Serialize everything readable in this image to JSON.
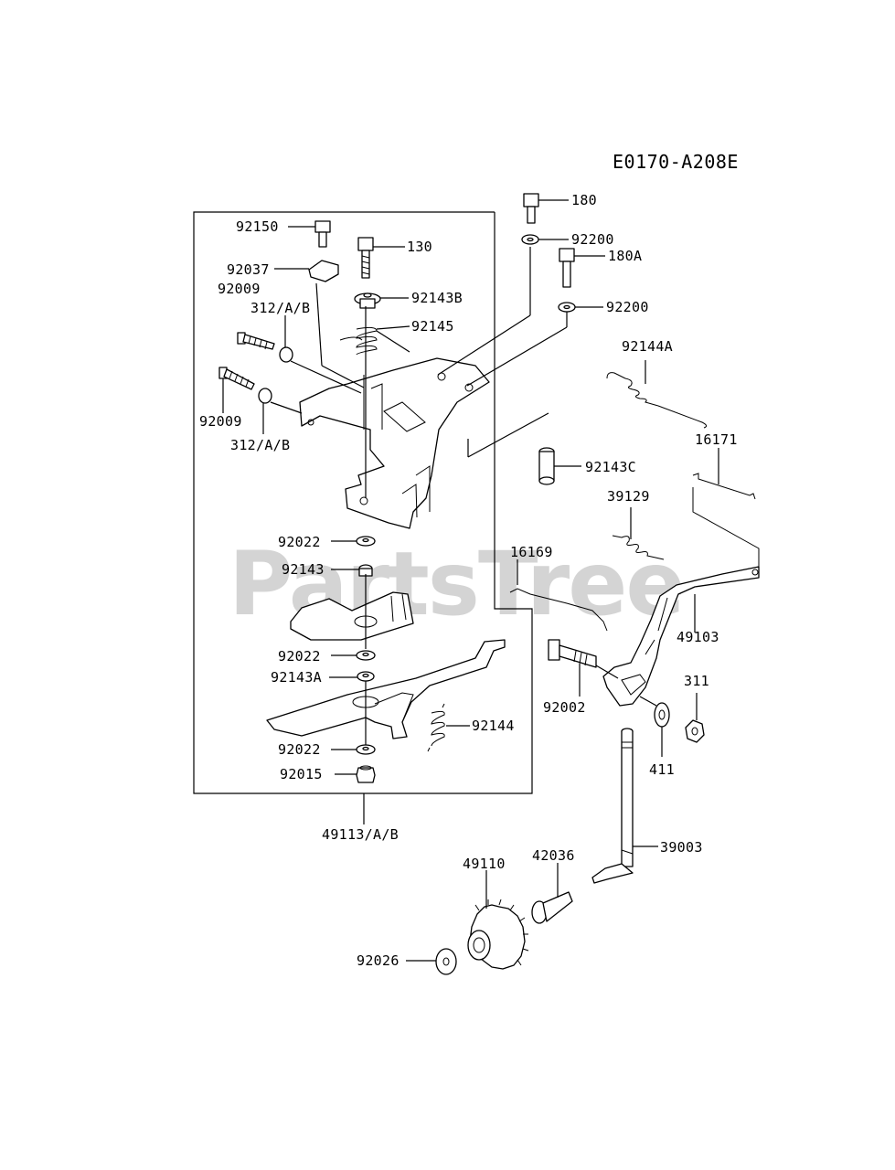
{
  "diagram_code": "E0170-A208E",
  "watermark": "PartsTree",
  "labels": {
    "p92150": "92150",
    "p130": "130",
    "p92037": "92037",
    "p92009a": "92009",
    "p312a": "312/A/B",
    "p92143b": "92143B",
    "p92145": "92145",
    "p92009b": "92009",
    "p312b": "312/A/B",
    "p92022a": "92022",
    "p92143": "92143",
    "p92022b": "92022",
    "p92143a": "92143A",
    "p92144": "92144",
    "p92022c": "92022",
    "p92015": "92015",
    "p49113": "49113/A/B",
    "p180": "180",
    "p92200a": "92200",
    "p180a": "180A",
    "p92200b": "92200",
    "p92144a": "92144A",
    "p16171": "16171",
    "p92143c": "92143C",
    "p39129": "39129",
    "p16169": "16169",
    "p49103": "49103",
    "p92002": "92002",
    "p311": "311",
    "p411": "411",
    "p39003": "39003",
    "p49110": "49110",
    "p42036": "42036",
    "p92026": "92026"
  }
}
